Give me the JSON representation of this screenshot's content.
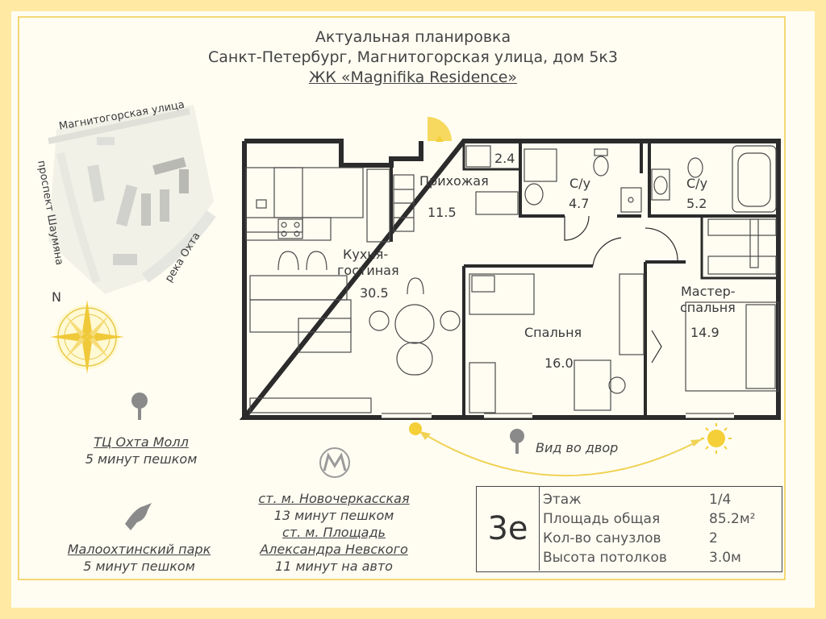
{
  "header": {
    "line1": "Актуальная планировка",
    "line2": "Санкт-Петербург, Магнитогорская улица, дом 5к3",
    "line3": "ЖК «Magnifika Residence»"
  },
  "map": {
    "street1": "Магнитогорская улица",
    "street2": "проспект Шаумяна",
    "river": "река Охта",
    "north": "N"
  },
  "rooms": {
    "hall_label": "Прихожая",
    "hall_area": "11.5",
    "closet_area": "2.4",
    "bath1_label": "С/у",
    "bath1_area": "4.7",
    "bath2_label": "С/у",
    "bath2_area": "5.2",
    "kitchen_label1": "Кухня-",
    "kitchen_label2": "гостиная",
    "kitchen_area": "30.5",
    "bedroom_label": "Спальня",
    "bedroom_area": "16.0",
    "master_label1": "Мастер-",
    "master_label2": "спальня",
    "master_area": "14.9"
  },
  "view_label": "Вид во двор",
  "places": {
    "mall_name": "ТЦ Охта Молл",
    "mall_time": "5 минут пешком",
    "park_name": "Малоохтинский парк",
    "park_time": "5 минут пешком",
    "metro1_name": "ст. м. Новочеркасская",
    "metro1_time": "13 минут пешком",
    "metro2_name1": "ст. м. Площадь",
    "metro2_name2": "Александра Невского",
    "metro2_time": "11 минут на авто"
  },
  "info": {
    "code": "3е",
    "rows": [
      {
        "key": "Этаж",
        "value": "1/4"
      },
      {
        "key": "Площадь общая",
        "value": "85.2м²"
      },
      {
        "key": "Кол-во санузлов",
        "value": "2"
      },
      {
        "key": "Высота потолков",
        "value": "3.0м"
      }
    ]
  },
  "colors": {
    "accent": "#f5d774",
    "wall": "#2b2b2b",
    "background": "#fffdf2"
  }
}
